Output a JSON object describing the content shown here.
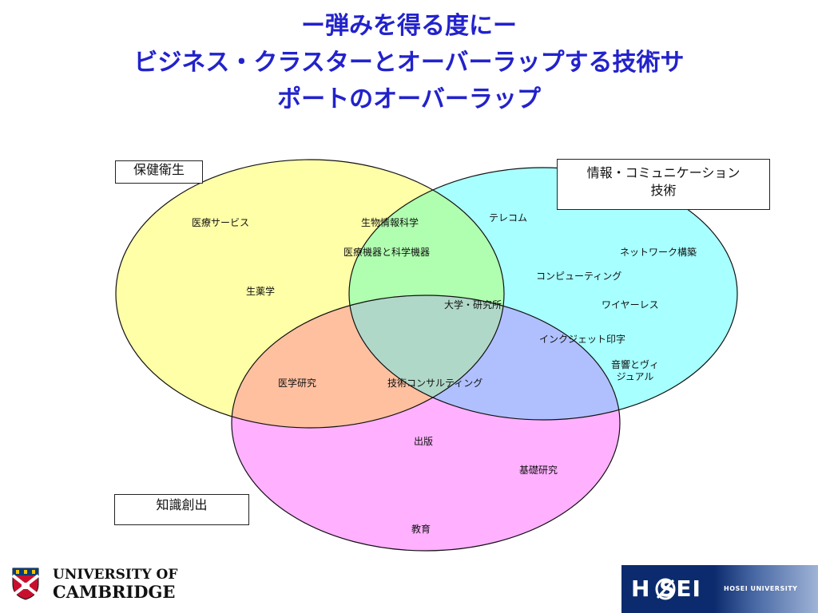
{
  "title": {
    "line1": "ー弾みを得る度にー",
    "line2": "ビジネス・クラスターとオーバーラップする技術サ",
    "line3": "ポートのオーバーラップ"
  },
  "boxes": {
    "health": "保健衛生",
    "ict_line1": "情報・コミュニケーション",
    "ict_line2": "技術",
    "knowledge": "知識創出"
  },
  "labels": {
    "medical_services": "医療サービス",
    "bioinformatics": "生物情報科学",
    "telecom": "テレコム",
    "medical_devices": "医療機器と科学機器",
    "network": "ネットワーク構築",
    "computing": "コンピューティング",
    "pharmacy": "生薬学",
    "university": "大学・研究所",
    "wireless": "ワイヤーレス",
    "inkjet": "インクジェット印字",
    "audio_visual_line1": "音響とヴィ",
    "audio_visual_line2": "ジュアル",
    "medical_research": "医学研究",
    "tech_consulting": "技術コンサルティング",
    "publishing": "出版",
    "basic_research": "基礎研究",
    "education": "教育"
  },
  "logos": {
    "cambridge_line1": "UNIVERSITY OF",
    "cambridge_line2": "CAMBRIDGE",
    "hosei_mark": "H SEI",
    "hosei_sub": "HOSEI UNIVERSITY"
  },
  "colors": {
    "title": "#2222cc",
    "health_circle": "#ffffa8",
    "ict_circle": "#a8ffff",
    "knowledge_circle": "#ffb0ff"
  }
}
